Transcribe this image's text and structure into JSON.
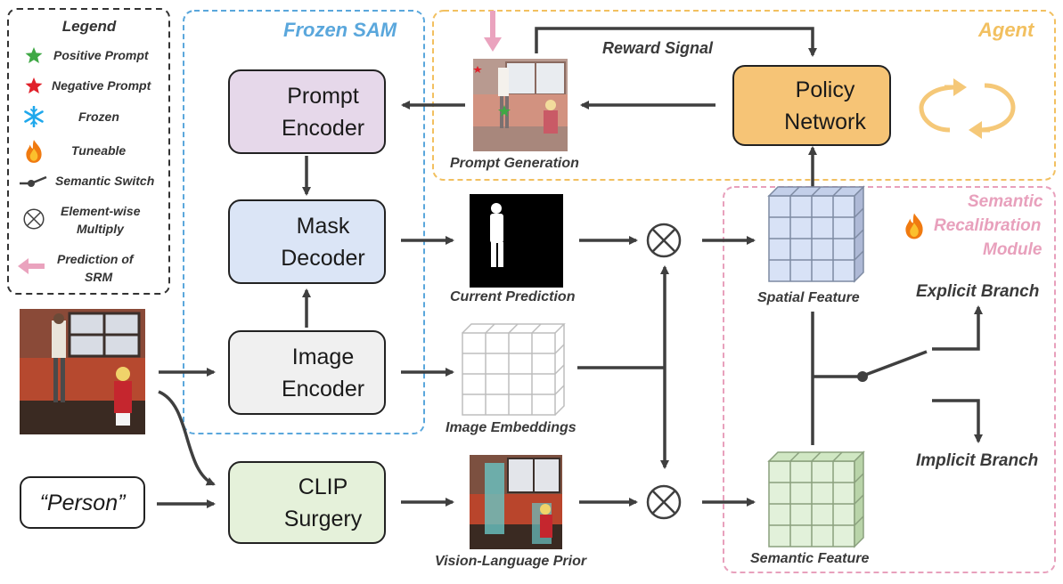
{
  "legend": {
    "title": "Legend",
    "items": {
      "positive_prompt": "Positive Prompt",
      "negative_prompt": "Negative Prompt",
      "frozen": "Frozen",
      "tuneable": "Tuneable",
      "semantic_switch": "Semantic Switch",
      "multiply_line1": "Element-wise",
      "multiply_line2": "Multiply",
      "srm_line1": "Prediction of",
      "srm_line2": "SRM"
    }
  },
  "groups": {
    "frozen_sam": "Frozen SAM",
    "agent": "Agent",
    "srm_line1": "Semantic",
    "srm_line2": "Recalibration",
    "srm_line3": "Module"
  },
  "modules": {
    "prompt_encoder": [
      "Prompt",
      "Encoder"
    ],
    "mask_decoder": [
      "Mask",
      "Decoder"
    ],
    "image_encoder": [
      "Image",
      "Encoder"
    ],
    "clip_surgery": [
      "CLIP",
      "Surgery"
    ],
    "policy_network": [
      "Policy",
      "Network"
    ]
  },
  "text_prompt": "“Person”",
  "labels": {
    "reward_signal": "Reward Signal",
    "prompt_generation": "Prompt Generation",
    "current_prediction": "Current Prediction",
    "image_embeddings": "Image Embeddings",
    "vision_language_prior": "Vision-Language Prior",
    "spatial_feature": "Spatial Feature",
    "semantic_feature": "Semantic Feature",
    "explicit_branch": "Explicit Branch",
    "implicit_branch": "Implicit Branch"
  },
  "colors": {
    "frozen_sam_border": "#5aa7dc",
    "frozen_sam_title": "#5aa7dc",
    "agent_border": "#f2c060",
    "agent_title": "#f2c060",
    "srm_border": "#e8a0bc",
    "srm_title": "#e8a0bc",
    "prompt_encoder_fill": "#e6d8ea",
    "mask_decoder_fill": "#dbe5f6",
    "image_encoder_fill": "#f0f0f0",
    "clip_surgery_fill": "#e5f1da",
    "policy_network_fill": "#f6c476",
    "spatial_cube": "#d8e2f6",
    "semantic_cube": "#e2f1da",
    "arrow": "#3f3f3f",
    "snowflake": "#1fa8ec",
    "positive_star": "#3fa845",
    "negative_star": "#e0202a",
    "srm_arrow": "#eaa3be",
    "cycle_arrows": "#f5c878"
  },
  "icons": [
    "snowflake-icon",
    "flame-icon",
    "star-icon",
    "multiply-icon",
    "switch-icon",
    "cycle-icon"
  ]
}
